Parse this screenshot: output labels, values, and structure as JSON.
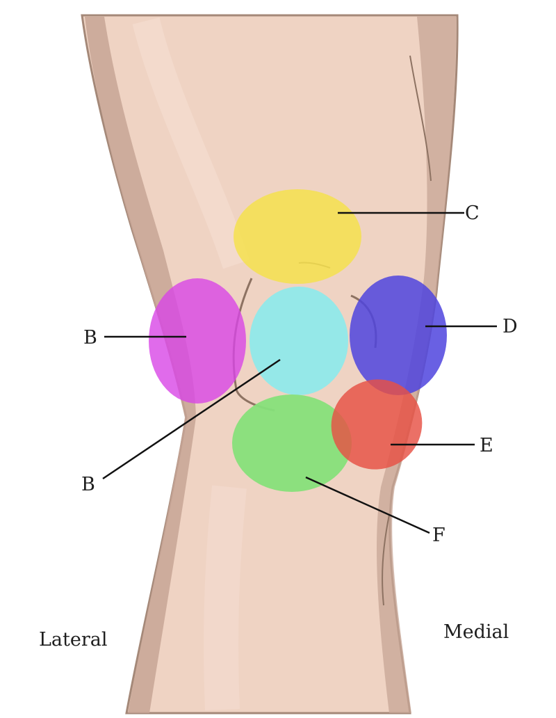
{
  "labels": {
    "c": "C",
    "d": "D",
    "b_left": "B",
    "b_center": "B",
    "e": "E",
    "f": "F",
    "lateral": "Lateral",
    "medial": "Medial"
  },
  "regions": [
    {
      "id": "C",
      "name": "region-c",
      "color": "#f5e04e"
    },
    {
      "id": "B-left",
      "name": "region-b-left",
      "color": "#d846e6"
    },
    {
      "id": "B-center",
      "name": "region-b-center",
      "color": "#8fe9ea"
    },
    {
      "id": "D",
      "name": "region-d",
      "color": "#4f44de"
    },
    {
      "id": "F",
      "name": "region-f",
      "color": "#86e07a"
    },
    {
      "id": "E",
      "name": "region-e",
      "color": "#e65044"
    }
  ],
  "colors": {
    "skin": "#efd3c3",
    "skin_shadow": "#d9b8a7",
    "outline": "#a48878",
    "leader_line": "#111111"
  }
}
